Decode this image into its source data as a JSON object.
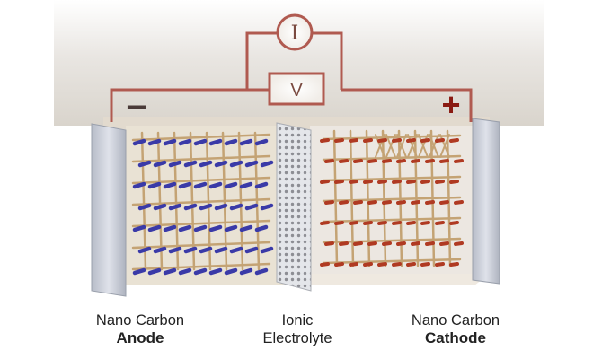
{
  "meter_current": "I",
  "meter_voltage": "V",
  "minus_sign": "−",
  "plus_sign": "+",
  "anode": {
    "line1": "Nano Carbon",
    "line2": "Anode"
  },
  "electrolyte": {
    "line1": "Ionic",
    "line2": "Electrolyte"
  },
  "cathode": {
    "line1": "Nano Carbon",
    "line2": "Cathode"
  },
  "colors": {
    "wire": "#b05a50",
    "anode_ions": "#3a3aa8",
    "cathode_ions": "#b03a22",
    "carbon_framework": "#c4a374",
    "electrode_plate": "#cfd3dc",
    "terminal_sign": "#8a1a12",
    "cell_fill": "#eae4da"
  }
}
